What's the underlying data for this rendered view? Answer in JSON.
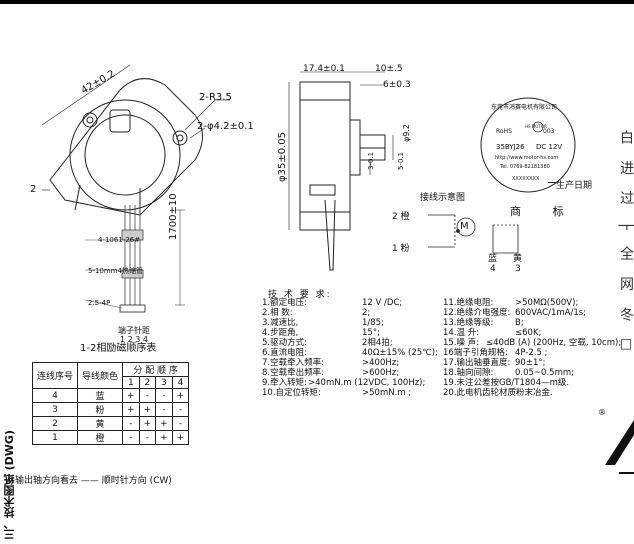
{
  "top_view": {
    "dims": {
      "d42": "42±0.2",
      "r35": "2-R3.5",
      "hole": "2-φ4.2±0.1",
      "d2": "2",
      "l1700": "1700±10",
      "wire1": "4-1061-26#",
      "wire2": "5-10mm4热缩管",
      "wire3": "2.5-4P",
      "conn_label": "端子针距",
      "pins": "1 2 3 4"
    }
  },
  "side_view": {
    "dims": {
      "d174": "17.4±0.1",
      "d10": "10±.5",
      "d6": "6±0.3",
      "phi35": "φ35±0.05",
      "phi92": "φ9.2",
      "d3": "3-0.1",
      "d5": "5-0.1"
    }
  },
  "label_disc": {
    "company": "东莞市鸿赛电机有限公司",
    "rohs": "RoHS",
    "brand": "HS MOTOR",
    "num": "003",
    "model": "35BYJ26",
    "voltage": "DC 12V",
    "url": "http://www.motor-hs.com",
    "tel": "Tel. 0769-82181380",
    "batch": "XXXXXXXX",
    "prod_date": "生产日期",
    "trademark": "商 标"
  },
  "wiring": {
    "title": "接线示意图",
    "w2": "2 橙",
    "w1": "1 粉",
    "motor": "M",
    "blue": "蓝",
    "yellow": "黄",
    "n4": "4",
    "n3": "3"
  },
  "requirements": {
    "title": "技 术 要 求:",
    "left": [
      [
        "1.额定电压:",
        "12 V /DC;"
      ],
      [
        "2.相 数:",
        "2;"
      ],
      [
        "3.减速比,",
        "1/85;"
      ],
      [
        "4.步距角,",
        "15°;"
      ],
      [
        "5.驱动方式:",
        "2相4拍;"
      ],
      [
        "6.直流电阻:",
        "40Ω±15% (25℃);"
      ],
      [
        "7.空载牵入频率:",
        ">400Hz;"
      ],
      [
        "8.空载牵出频率:",
        ">600Hz;"
      ],
      [
        "9.牵入转矩:",
        ">40mN.m (12VDC, 100Hz);"
      ],
      [
        "10.自定位转矩:",
        ">50mN.m ;"
      ]
    ],
    "right": [
      [
        "11.绝缘电阻:",
        ">50MΩ(500V);"
      ],
      [
        "12.绝缘介电强度:",
        "600VAC/1mA/1s;"
      ],
      [
        "13.绝缘等级:",
        "B;"
      ],
      [
        "14.温 升:",
        "≤60K;"
      ],
      [
        "15.噪 声:",
        "≤40dB (A) (200Hz, 空载, 10cm);"
      ],
      [
        "16端子引角规格:",
        "4P-2.5 ;"
      ],
      [
        "17.输出轴垂直度:",
        "90±1°;"
      ],
      [
        "18.轴向间隙:",
        "0.05~0.5mm;"
      ],
      [
        "19.未注公差按GB/T1804—m级.",
        ""
      ],
      [
        "20.此电机齿轮材质粉末冶金.",
        ""
      ]
    ]
  },
  "phase_table": {
    "title": "1-2相励磁顺序表",
    "col_seq": "连线序号",
    "col_color": "导线颜色",
    "col_dist": "分 配 顺 序",
    "steps": [
      "1",
      "2",
      "3",
      "4"
    ],
    "rows": [
      {
        "seq": "4",
        "color": "蓝",
        "vals": [
          "+",
          "-",
          "-",
          "+"
        ]
      },
      {
        "seq": "3",
        "color": "粉",
        "vals": [
          "+",
          "+",
          "-",
          "-"
        ]
      },
      {
        "seq": "2",
        "color": "黄",
        "vals": [
          "-",
          "+",
          "+",
          "-"
        ]
      },
      {
        "seq": "1",
        "color": "橙",
        "vals": [
          "-",
          "-",
          "+",
          "+"
        ]
      }
    ],
    "note": "从输出轴方向看去 —— 顺时针方向 (CW)"
  },
  "side_text": "三、技术图纸 (DWG)",
  "right_edge_text": "白 进 过 ├ 全 网 冬 ☐",
  "trademark_symbol": "®"
}
